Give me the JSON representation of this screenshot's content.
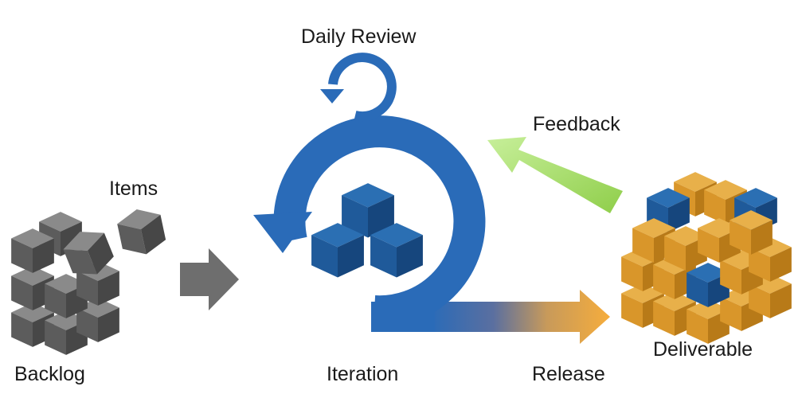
{
  "labels": {
    "daily_review": "Daily Review",
    "items": "Items",
    "feedback": "Feedback",
    "deliverable": "Deliverable",
    "backlog": "Backlog",
    "iteration": "Iteration",
    "release": "Release"
  },
  "colors": {
    "iteration_blue": "#2a6bb8",
    "cube_blue": "#1f5a9a",
    "backlog_gray": "#6b6b6b",
    "deliverable_orange": "#d99a2b",
    "feedback_green": "#b6e37a",
    "release_orange": "#f6ad3c",
    "push_arrow_gray": "#6e6e6e"
  },
  "icons": {
    "backlog": "gray-cube-stack-icon",
    "iteration": "circular-arrow-icon",
    "daily_review": "small-circular-arrow-icon",
    "deliverable": "orange-blue-cube-stack-icon",
    "push": "right-arrow-icon",
    "release": "gradient-right-arrow-icon",
    "feedback": "up-left-arrow-icon"
  }
}
